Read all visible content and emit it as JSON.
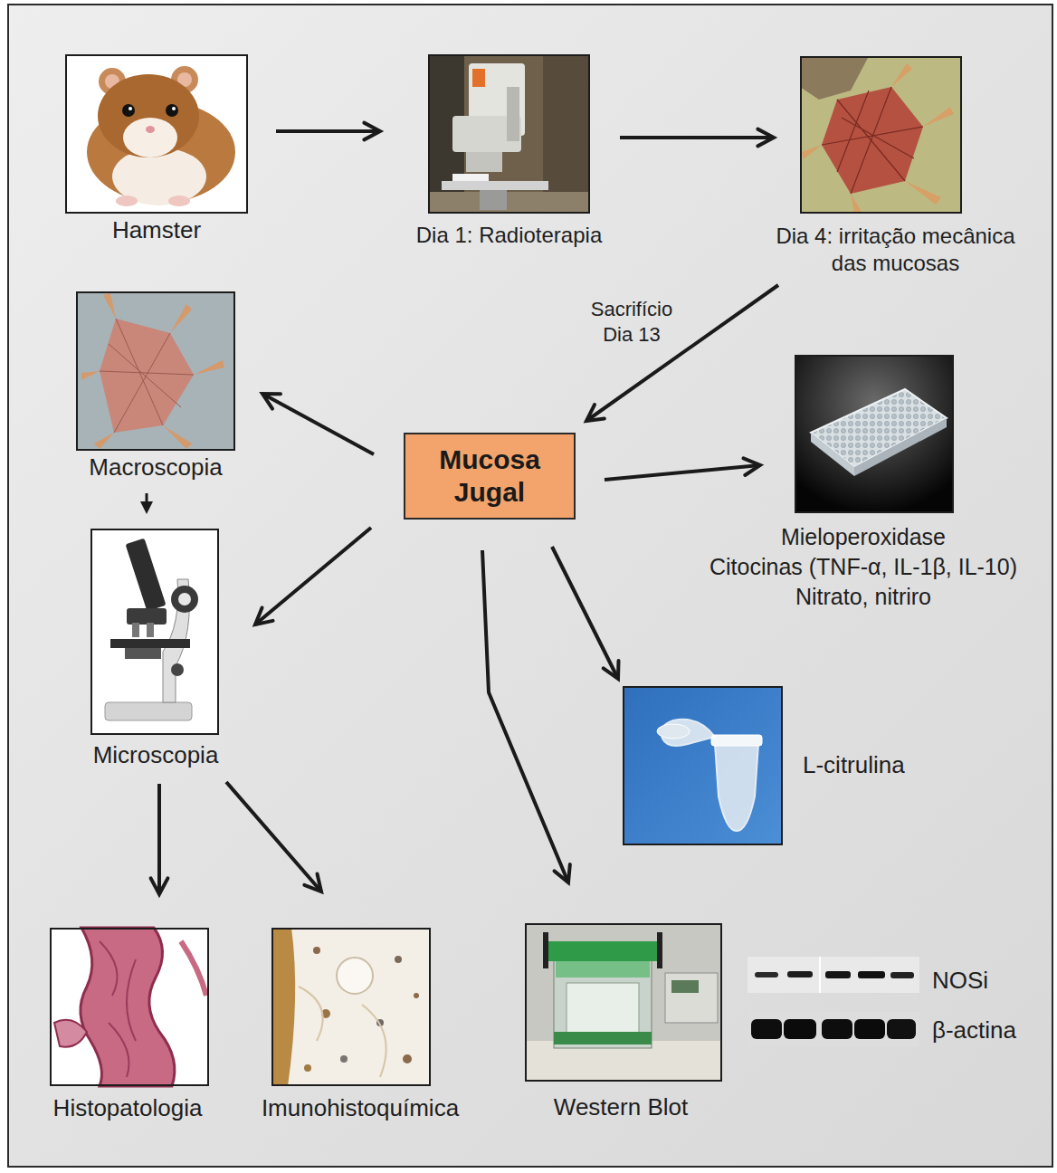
{
  "diagram": {
    "nodes": [
      {
        "text": [
          "Hamster"
        ]
      },
      {
        "text": [
          "Dia 1: Radioterapia"
        ]
      },
      {
        "text": [
          "Dia 4: irritação mecânica das mucosas"
        ]
      },
      {
        "text": [
          "Macroscopia"
        ]
      },
      {
        "text": [
          "Mucosa Jugal"
        ]
      },
      {
        "text": [
          "Mieloperoxidase",
          "Citocinas (TNF-α, IL-1β, IL-10)",
          "Nitrato, nitriro"
        ]
      },
      {
        "text": [
          "Microscopia"
        ]
      },
      {
        "text": [
          "L-citrulina"
        ]
      },
      {
        "text": [
          "Histopatologia"
        ]
      },
      {
        "text": [
          "Imunohistoquímica"
        ]
      },
      {
        "text": [
          "Western Blot"
        ]
      }
    ],
    "edges": [
      {
        "from": 0,
        "to": 1,
        "arrow": "to"
      },
      {
        "from": 1,
        "to": 2,
        "arrow": "to"
      },
      {
        "from": 2,
        "to": 4,
        "label": "Sacrifício Dia 13",
        "arrow": "to"
      },
      {
        "from": 4,
        "to": 3,
        "arrow": "to"
      },
      {
        "from": 4,
        "to": 5,
        "arrow": "to"
      },
      {
        "from": 4,
        "to": 6,
        "arrow": "to"
      },
      {
        "from": 4,
        "to": 7,
        "arrow": "to"
      },
      {
        "from": 4,
        "to": 10,
        "arrow": "to"
      },
      {
        "from": 3,
        "to": 6,
        "arrow": "to"
      },
      {
        "from": 6,
        "to": 8,
        "arrow": "to"
      },
      {
        "from": 6,
        "to": 9,
        "arrow": "to"
      }
    ],
    "labels": [
      "NOSi",
      "β-actina"
    ]
  }
}
